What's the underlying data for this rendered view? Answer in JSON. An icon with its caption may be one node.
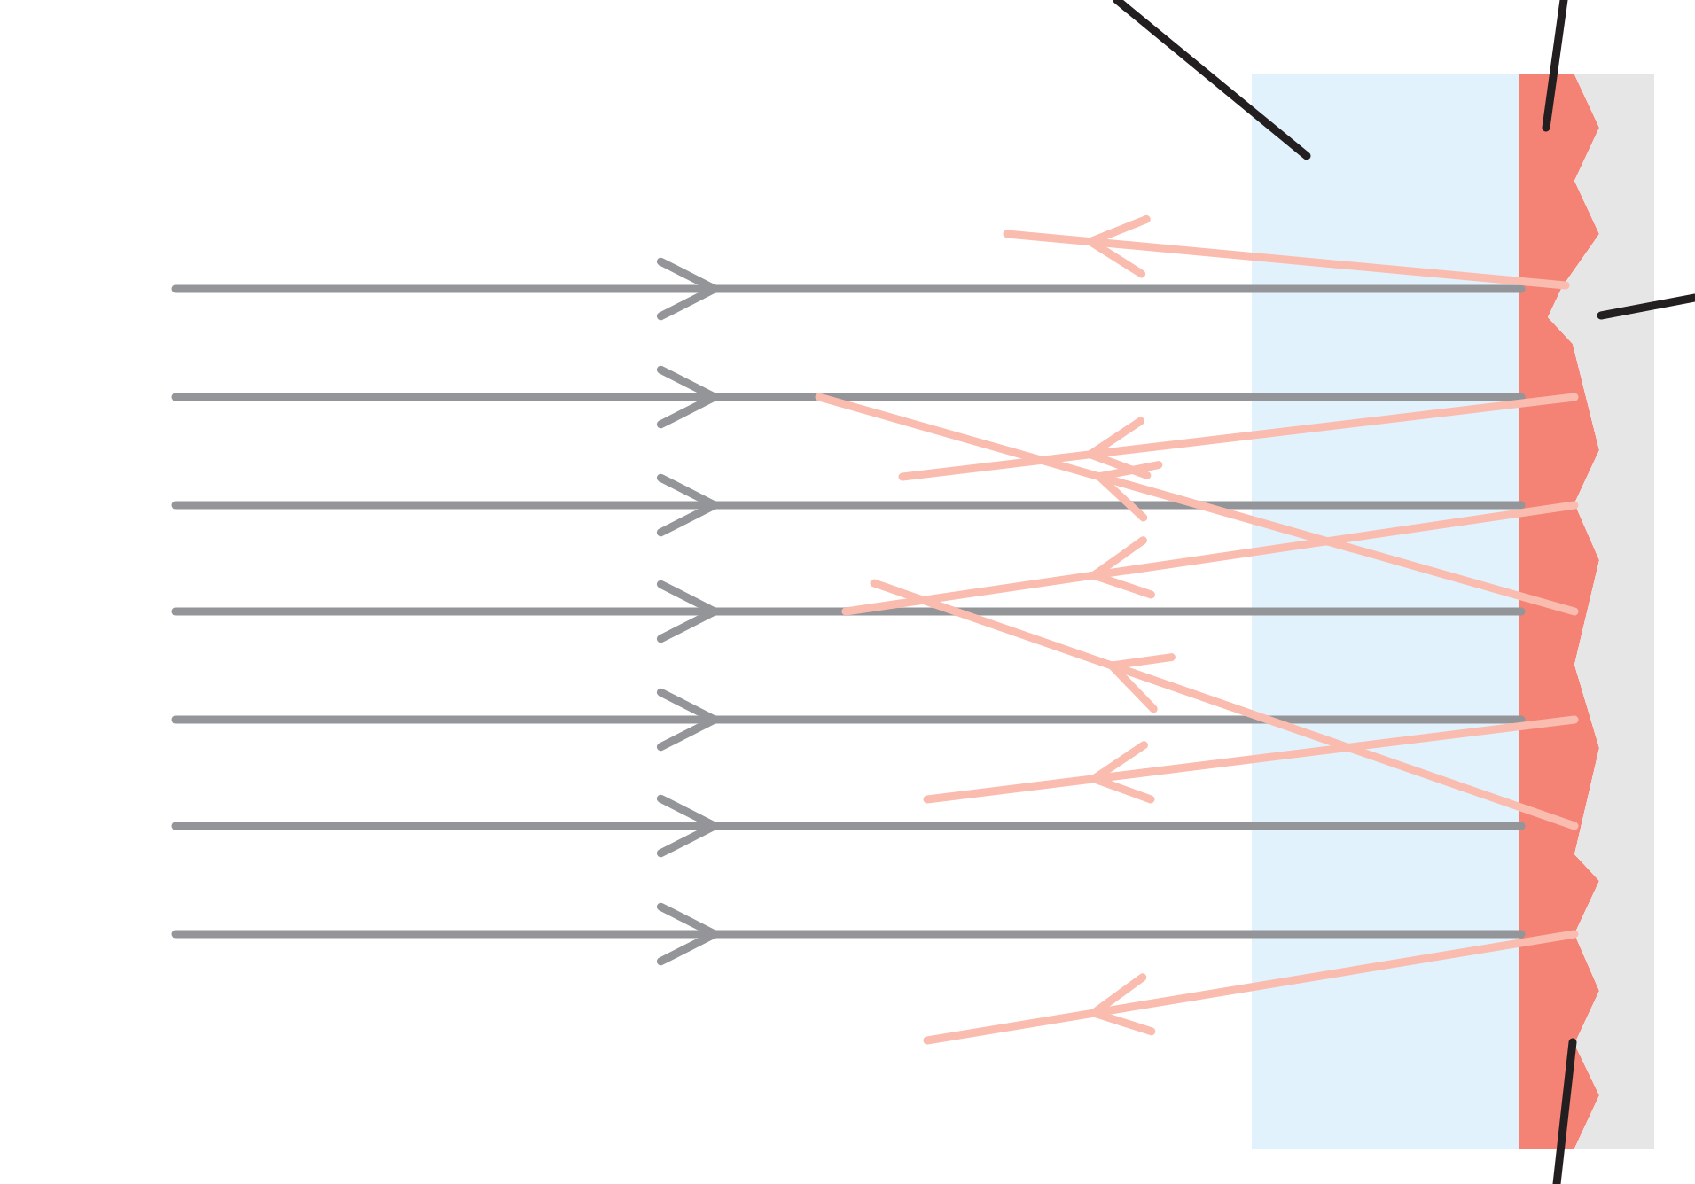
{
  "diagram": {
    "nodes": [
      {
        "text": [],
        "shape": "box"
      },
      {
        "text": [],
        "shape": "box"
      },
      {
        "text": [],
        "shape": "box"
      }
    ],
    "edges": [
      {
        "from": null,
        "to": 0,
        "arrow": "none"
      },
      {
        "from": null,
        "to": 1,
        "arrow": "none"
      },
      {
        "from": null,
        "to": 2,
        "arrow": "none"
      },
      {
        "from": null,
        "to": 1,
        "arrow": "none"
      }
    ]
  }
}
